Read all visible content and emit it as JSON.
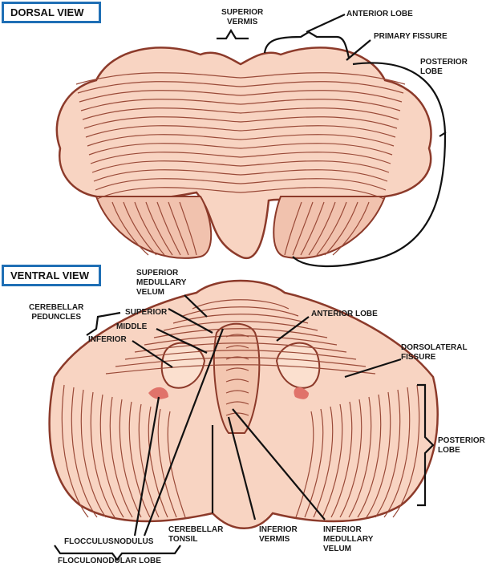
{
  "dorsal": {
    "title": "DORSAL VIEW",
    "labels": {
      "superior_vermis": "SUPERIOR\nVERMIS",
      "anterior_lobe": "ANTERIOR LOBE",
      "primary_fissure": "PRIMARY FISSURE",
      "posterior_lobe": "POSTERIOR\nLOBE"
    }
  },
  "ventral": {
    "title": "VENTRAL VIEW",
    "labels": {
      "superior_medullary_velum": "SUPERIOR\nMEDULLARY\nVELUM",
      "cerebellar_peduncles": "CEREBELLAR\nPEDUNCLES",
      "superior": "SUPERIOR",
      "middle": "MIDDLE",
      "inferior": "INFERIOR",
      "anterior_lobe": "ANTERIOR LOBE",
      "dorsolateral_fissure": "DORSOLATERAL\nFISSURE",
      "posterior_lobe": "POSTERIOR\nLOBE",
      "flocculus": "FLOCCULUS",
      "nodulus": "NODULUS",
      "floculonodular_lobe": "FLOCULONODULAR LOBE",
      "cerebellar_tonsil": "CEREBELLAR\nTONSIL",
      "inferior_vermis": "INFERIOR\nVERMIS",
      "inferior_medullary_velum": "INFERIOR\nMEDULLARY\nVELUM"
    }
  },
  "colors": {
    "tissue": "#f8d4c2",
    "outline": "#8c3a2a",
    "accent": "#1f6fb5",
    "flocculus": "#e0736a"
  }
}
